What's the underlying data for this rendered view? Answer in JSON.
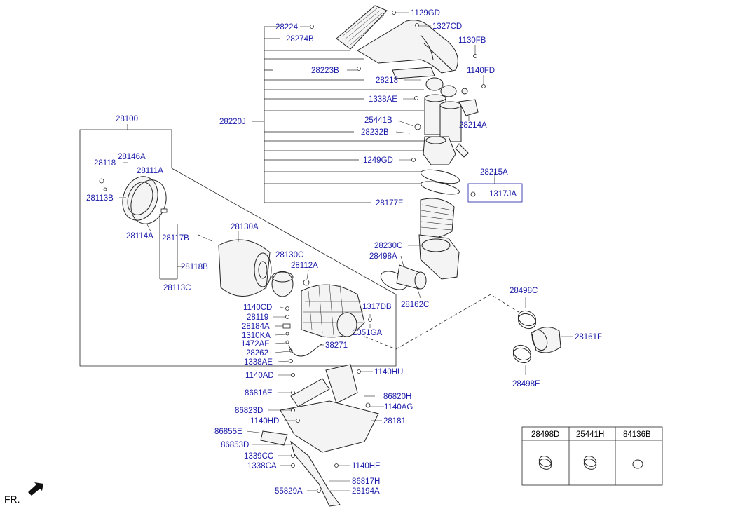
{
  "labels": {
    "l28224": "28224",
    "l1129GD": "1129GD",
    "l1327CD": "1327CD",
    "l28274B": "28274B",
    "l1130FB": "1130FB",
    "l28223B": "28223B",
    "l1140FD": "1140FD",
    "l28218": "28218",
    "l1338AE_top": "1338AE",
    "l28220J": "28220J",
    "l25441B": "25441B",
    "l28214A": "28214A",
    "l28232B": "28232B",
    "l1249GD": "1249GD",
    "l28215A": "28215A",
    "l1317JA": "1317JA",
    "l28177F": "28177F",
    "l28100": "28100",
    "l28146A": "28146A",
    "l28118": "28118",
    "l28111A": "28111A",
    "l28113B": "28113B",
    "l28114A": "28114A",
    "l28117B": "28117B",
    "l28118B": "28118B",
    "l28113C": "28113C",
    "l28130A": "28130A",
    "l28130C": "28130C",
    "l28112A": "28112A",
    "l28230C": "28230C",
    "l28498A": "28498A",
    "l28162C": "28162C",
    "l1317DB": "1317DB",
    "l1351GA": "1351GA",
    "l1140CD": "1140CD",
    "l28119": "28119",
    "l28184A": "28184A",
    "l1310KA": "1310KA",
    "l1472AF": "1472AF",
    "l28262": "28262",
    "l38271": "38271",
    "l1338AE_bot": "1338AE",
    "l28498C": "28498C",
    "l28161F": "28161F",
    "l28498E": "28498E",
    "l1140AD": "1140AD",
    "l1140HU": "1140HU",
    "l86816E": "86816E",
    "l86820H": "86820H",
    "l1140AG": "1140AG",
    "l86823D": "86823D",
    "l1140HD": "1140HD",
    "l28181": "28181",
    "l86855E": "86855E",
    "l86853D": "86853D",
    "l1339CC": "1339CC",
    "l1338CA": "1338CA",
    "l1140HE": "1140HE",
    "l86817H": "86817H",
    "l28194A": "28194A",
    "l55829A": "55829A",
    "fr": "FR."
  },
  "legend_table": {
    "col1": "28498D",
    "col2": "25441H",
    "col3": "84136B"
  },
  "icons": {
    "fr_arrow": "front-direction-arrow-icon"
  }
}
